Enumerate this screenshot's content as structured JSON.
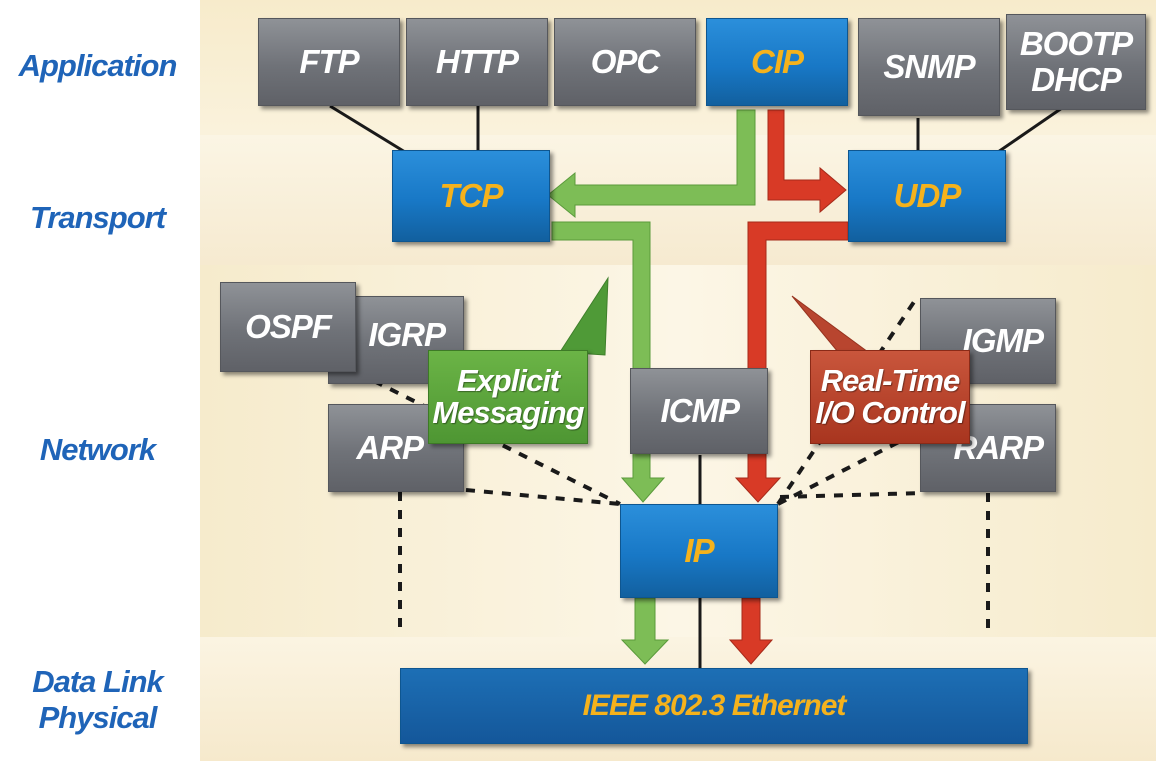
{
  "layers": {
    "application": "Application",
    "transport": "Transport",
    "network": "Network",
    "datalink": "Data Link\nPhysical"
  },
  "nodes": {
    "ftp": "FTP",
    "http": "HTTP",
    "opc": "OPC",
    "cip": "CIP",
    "snmp": "SNMP",
    "bootp_dhcp": "BOOTP\nDHCP",
    "tcp": "TCP",
    "udp": "UDP",
    "ospf": "OSPF",
    "igrp": "IGRP",
    "arp": "ARP",
    "icmp": "ICMP",
    "igmp": "IGMP",
    "rarp": "RARP",
    "ip": "IP",
    "ethernet": "IEEE 802.3 Ethernet"
  },
  "callouts": {
    "explicit": "Explicit\nMessaging",
    "realtime": "Real-Time\nI/O Control"
  },
  "colors": {
    "explicit_path": "#7dbd56",
    "realtime_path": "#d83a26",
    "band_light": "#fbf4e0",
    "band_dark": "#f5e8c4"
  }
}
